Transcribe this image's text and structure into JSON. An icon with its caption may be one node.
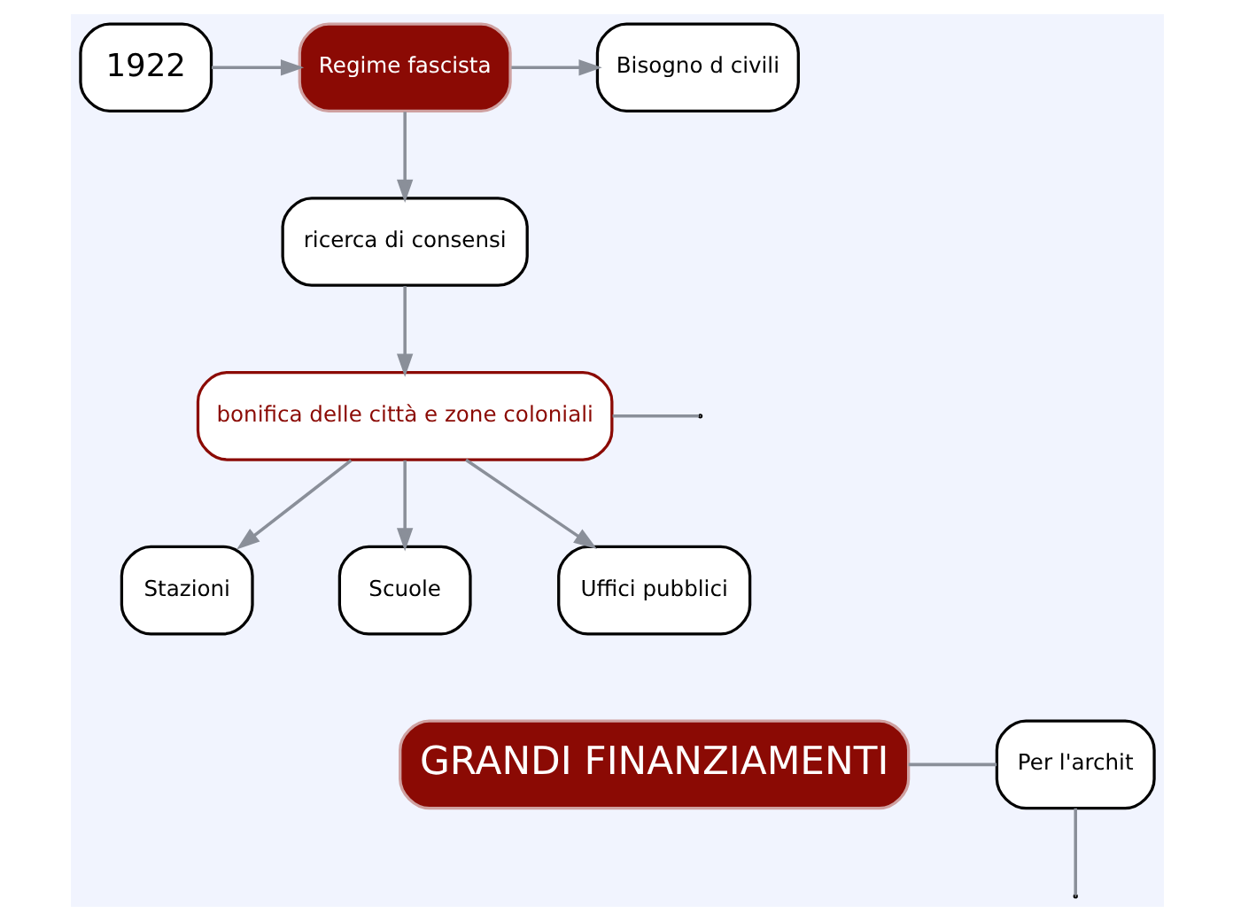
{
  "diagram": {
    "nodes": [
      {
        "text": [
          "1922"
        ]
      },
      {
        "text": [
          "Regime fascista"
        ]
      },
      {
        "text": [
          "Bisogno d civili"
        ]
      },
      {
        "text": [
          "ricerca di consensi"
        ]
      },
      {
        "text": [
          "bonifica delle città e zone coloniali"
        ]
      },
      {
        "text": [
          "Stazioni"
        ]
      },
      {
        "text": [
          "Scuole"
        ]
      },
      {
        "text": [
          "Uffici pubblici"
        ]
      },
      {
        "text": [
          "GRANDI FINANZIAMENTI"
        ]
      },
      {
        "text": [
          "Per l'archit"
        ]
      }
    ],
    "edges": [
      {
        "from": 0,
        "to": 1,
        "arrow": "to"
      },
      {
        "from": 1,
        "to": 2,
        "arrow": "to"
      },
      {
        "from": 1,
        "to": 3,
        "arrow": "to"
      },
      {
        "from": 3,
        "to": 4,
        "arrow": "to"
      },
      {
        "from": 4,
        "to": null,
        "arrow": "none"
      },
      {
        "from": 4,
        "to": 5,
        "arrow": "to"
      },
      {
        "from": 4,
        "to": 6,
        "arrow": "to"
      },
      {
        "from": 4,
        "to": 7,
        "arrow": "to"
      },
      {
        "from": 8,
        "to": 9,
        "arrow": "none"
      },
      {
        "from": 9,
        "to": null,
        "arrow": "none"
      }
    ]
  }
}
